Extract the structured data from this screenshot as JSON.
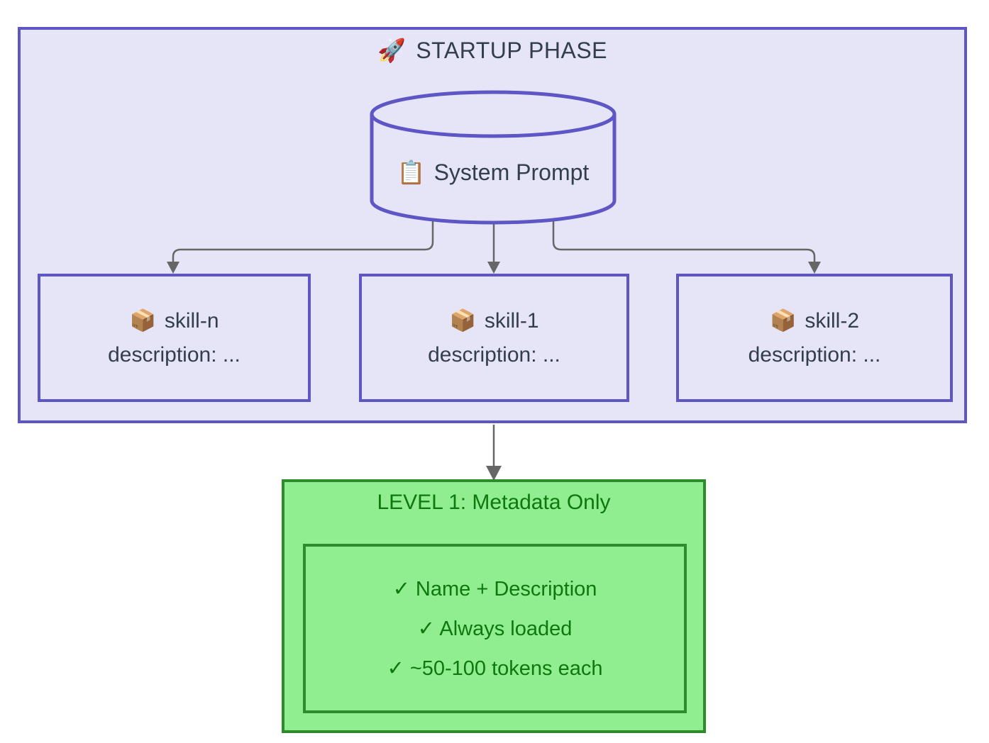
{
  "colors": {
    "purple_border": "#5F56C5",
    "lavender_fill": "#E6E5F7",
    "dark_text": "#333E4C",
    "arrow_gray": "#666666",
    "green_fill": "#90EE90",
    "green_border": "#2E8B2E",
    "green_text": "#0E770E"
  },
  "startup": {
    "icon": "🚀",
    "title": "STARTUP PHASE",
    "system_prompt": {
      "icon": "📋",
      "label": "System Prompt"
    },
    "skills": [
      {
        "icon": "📦",
        "name": "skill-n",
        "description": "description: ..."
      },
      {
        "icon": "📦",
        "name": "skill-1",
        "description": "description: ..."
      },
      {
        "icon": "📦",
        "name": "skill-2",
        "description": "description: ..."
      }
    ]
  },
  "level1": {
    "title": "LEVEL 1: Metadata Only",
    "items": [
      "✓ Name + Description",
      "✓ Always loaded",
      "✓ ~50-100 tokens each"
    ]
  }
}
